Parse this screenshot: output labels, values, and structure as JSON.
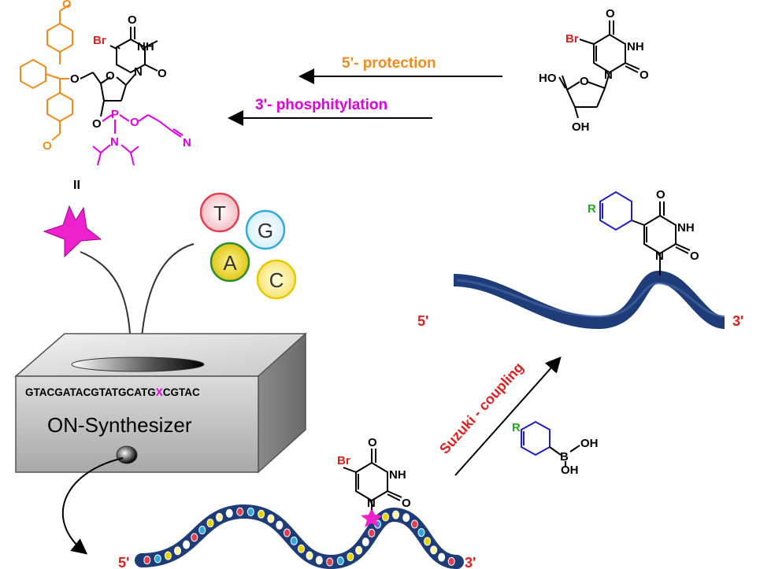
{
  "colors": {
    "dmt": "#f08c1e",
    "phosphoramidite": "#e000e0",
    "bromine": "#e02020",
    "aryl": "#2020c0",
    "r_group": "#22aa22",
    "dna_ribbon": "#1e3c78",
    "star": "#ee22cc",
    "coupling": "#e02020"
  },
  "labels": {
    "step_protection": "5'- protection",
    "step_phosphitylation": "3'- phosphitylation",
    "compound_label": "II",
    "suzuki": "Suzuki - coupling",
    "synthesizer": "ON-Synthesizer",
    "sequence_part1": "GTACGATACGTATGCATG",
    "sequence_x": "X",
    "sequence_part2": "CGTAC",
    "dna_top_5": "5'",
    "dna_top_3": "3'",
    "dna_bottom_5": "5'",
    "dna_bottom_3": "3'"
  },
  "atoms": {
    "br": "Br",
    "o": "O",
    "nh": "NH",
    "n": "N",
    "ho": "HO",
    "oh": "OH",
    "p": "P",
    "r": "R",
    "b": "B"
  },
  "bases": [
    {
      "letter": "T",
      "name": "thymine",
      "fill": "#f9c8cc",
      "stroke": "#e04050"
    },
    {
      "letter": "G",
      "name": "guanine",
      "fill": "#ffffff",
      "stroke": "#30a8e0"
    },
    {
      "letter": "A",
      "name": "adenine",
      "fill": "#e8d400",
      "stroke": "#2e8a2e"
    },
    {
      "letter": "C",
      "name": "cytosine",
      "fill": "#fff5a0",
      "stroke": "#e8c800"
    }
  ]
}
